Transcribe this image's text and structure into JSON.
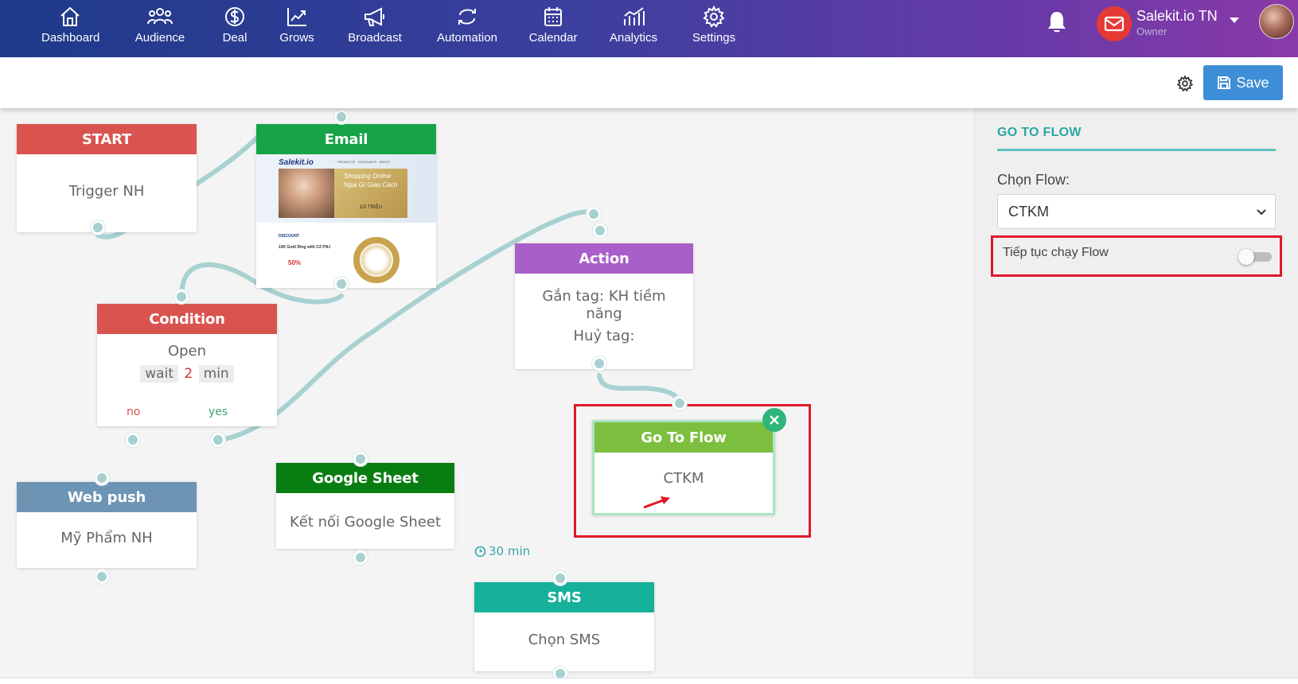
{
  "nav": {
    "items": [
      {
        "label": "Dashboard",
        "icon": "home-icon"
      },
      {
        "label": "Audience",
        "icon": "users-icon"
      },
      {
        "label": "Deal",
        "icon": "dollar-icon"
      },
      {
        "label": "Grows",
        "icon": "trend-chart-icon"
      },
      {
        "label": "Broadcast",
        "icon": "megaphone-icon"
      },
      {
        "label": "Automation",
        "icon": "cycle-icon"
      },
      {
        "label": "Calendar",
        "icon": "calendar-icon"
      },
      {
        "label": "Analytics",
        "icon": "analytics-icon"
      },
      {
        "label": "Settings",
        "icon": "gear-icon"
      }
    ],
    "account_name": "Salekit.io TN",
    "account_role": "Owner"
  },
  "toolbar": {
    "save_label": "Save"
  },
  "nodes": {
    "start": {
      "title": "START",
      "body": "Trigger NH",
      "color": "#d9534f"
    },
    "email": {
      "title": "Email",
      "color": "#17a348",
      "preview": {
        "brand": "Salekit.io",
        "menu": "PRODUCTS   DISCOUNTS   ABOUT",
        "headline": "Shopping Online Ngại Gì Giao Cách",
        "price": "1/2 TRIỆU",
        "discount_heading": "DISCOUNT",
        "product_name": "10K Gold Ring with CZ PNJ",
        "percent": "50%"
      }
    },
    "condition": {
      "title": "Condition",
      "body": "Open",
      "wait_label": "wait",
      "wait_value": "2",
      "wait_unit": "min",
      "no_label": "no",
      "yes_label": "yes",
      "color": "#d9534f"
    },
    "action": {
      "title": "Action",
      "line1": "Gắn tag: KH tiềm năng",
      "line2": "Huỷ tag:",
      "color": "#a95fc9"
    },
    "goto": {
      "title": "Go To Flow",
      "body": "CTKM",
      "color": "#7cbf3f"
    },
    "webpush": {
      "title": "Web push",
      "body": "Mỹ Phẩm NH",
      "color": "#6e94b4"
    },
    "gsheet": {
      "title": "Google Sheet",
      "body": "Kết nối Google Sheet",
      "color": "#0a7d12"
    },
    "sms": {
      "title": "SMS",
      "body": "Chọn SMS",
      "delay": "30 min",
      "color": "#17b09a"
    }
  },
  "panel": {
    "title": "GO TO FLOW",
    "flow_label": "Chọn Flow:",
    "flow_value": "CTKM",
    "continue_label": "Tiếp tục chạy Flow",
    "continue_enabled": false
  }
}
